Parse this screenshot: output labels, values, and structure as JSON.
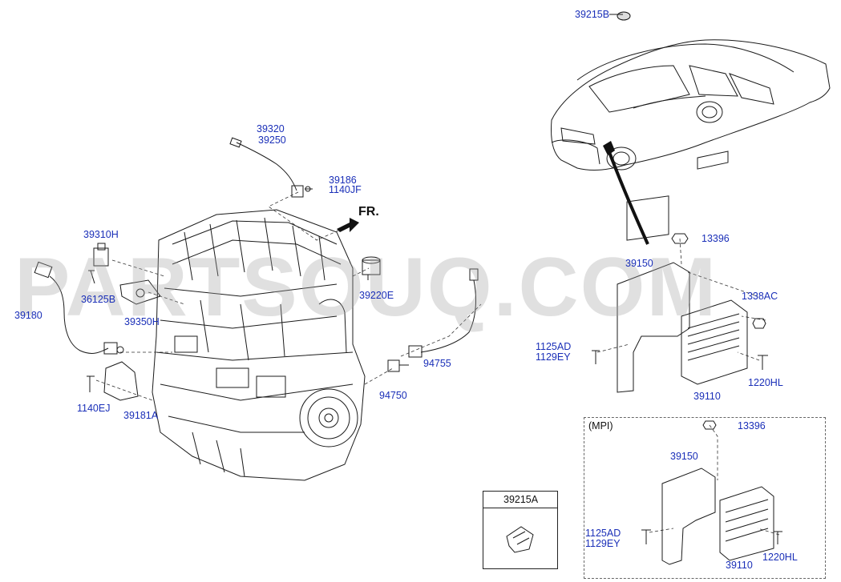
{
  "watermark": "PARTSOUQ.COM",
  "direction_marker": "FR.",
  "mpi_box_label": "(MPI)",
  "inset_label": "39215A",
  "part_labels": {
    "p39215B": "39215B",
    "p39320": "39320",
    "p39250": "39250",
    "p39186": "39186",
    "p1140JF": "1140JF",
    "p39310H": "39310H",
    "p36125B": "36125B",
    "p39350H": "39350H",
    "p39180": "39180",
    "p39220E": "39220E",
    "p94755": "94755",
    "p94750": "94750",
    "p1140EJ": "1140EJ",
    "p39181A": "39181A",
    "p13396_top": "13396",
    "p39150_top": "39150",
    "p1338AC": "1338AC",
    "p1125AD_top": "1125AD",
    "p1129EY_top": "1129EY",
    "p1220HL_top": "1220HL",
    "p39110_top": "39110",
    "p13396_mpi": "13396",
    "p39150_mpi": "39150",
    "p1125AD_mpi": "1125AD",
    "p1129EY_mpi": "1129EY",
    "p1220HL_mpi": "1220HL",
    "p39110_mpi": "39110"
  },
  "colors": {
    "part_link": "#1a2fb8",
    "line_art": "#1b1b1b",
    "watermark": "#a0a0a0"
  }
}
